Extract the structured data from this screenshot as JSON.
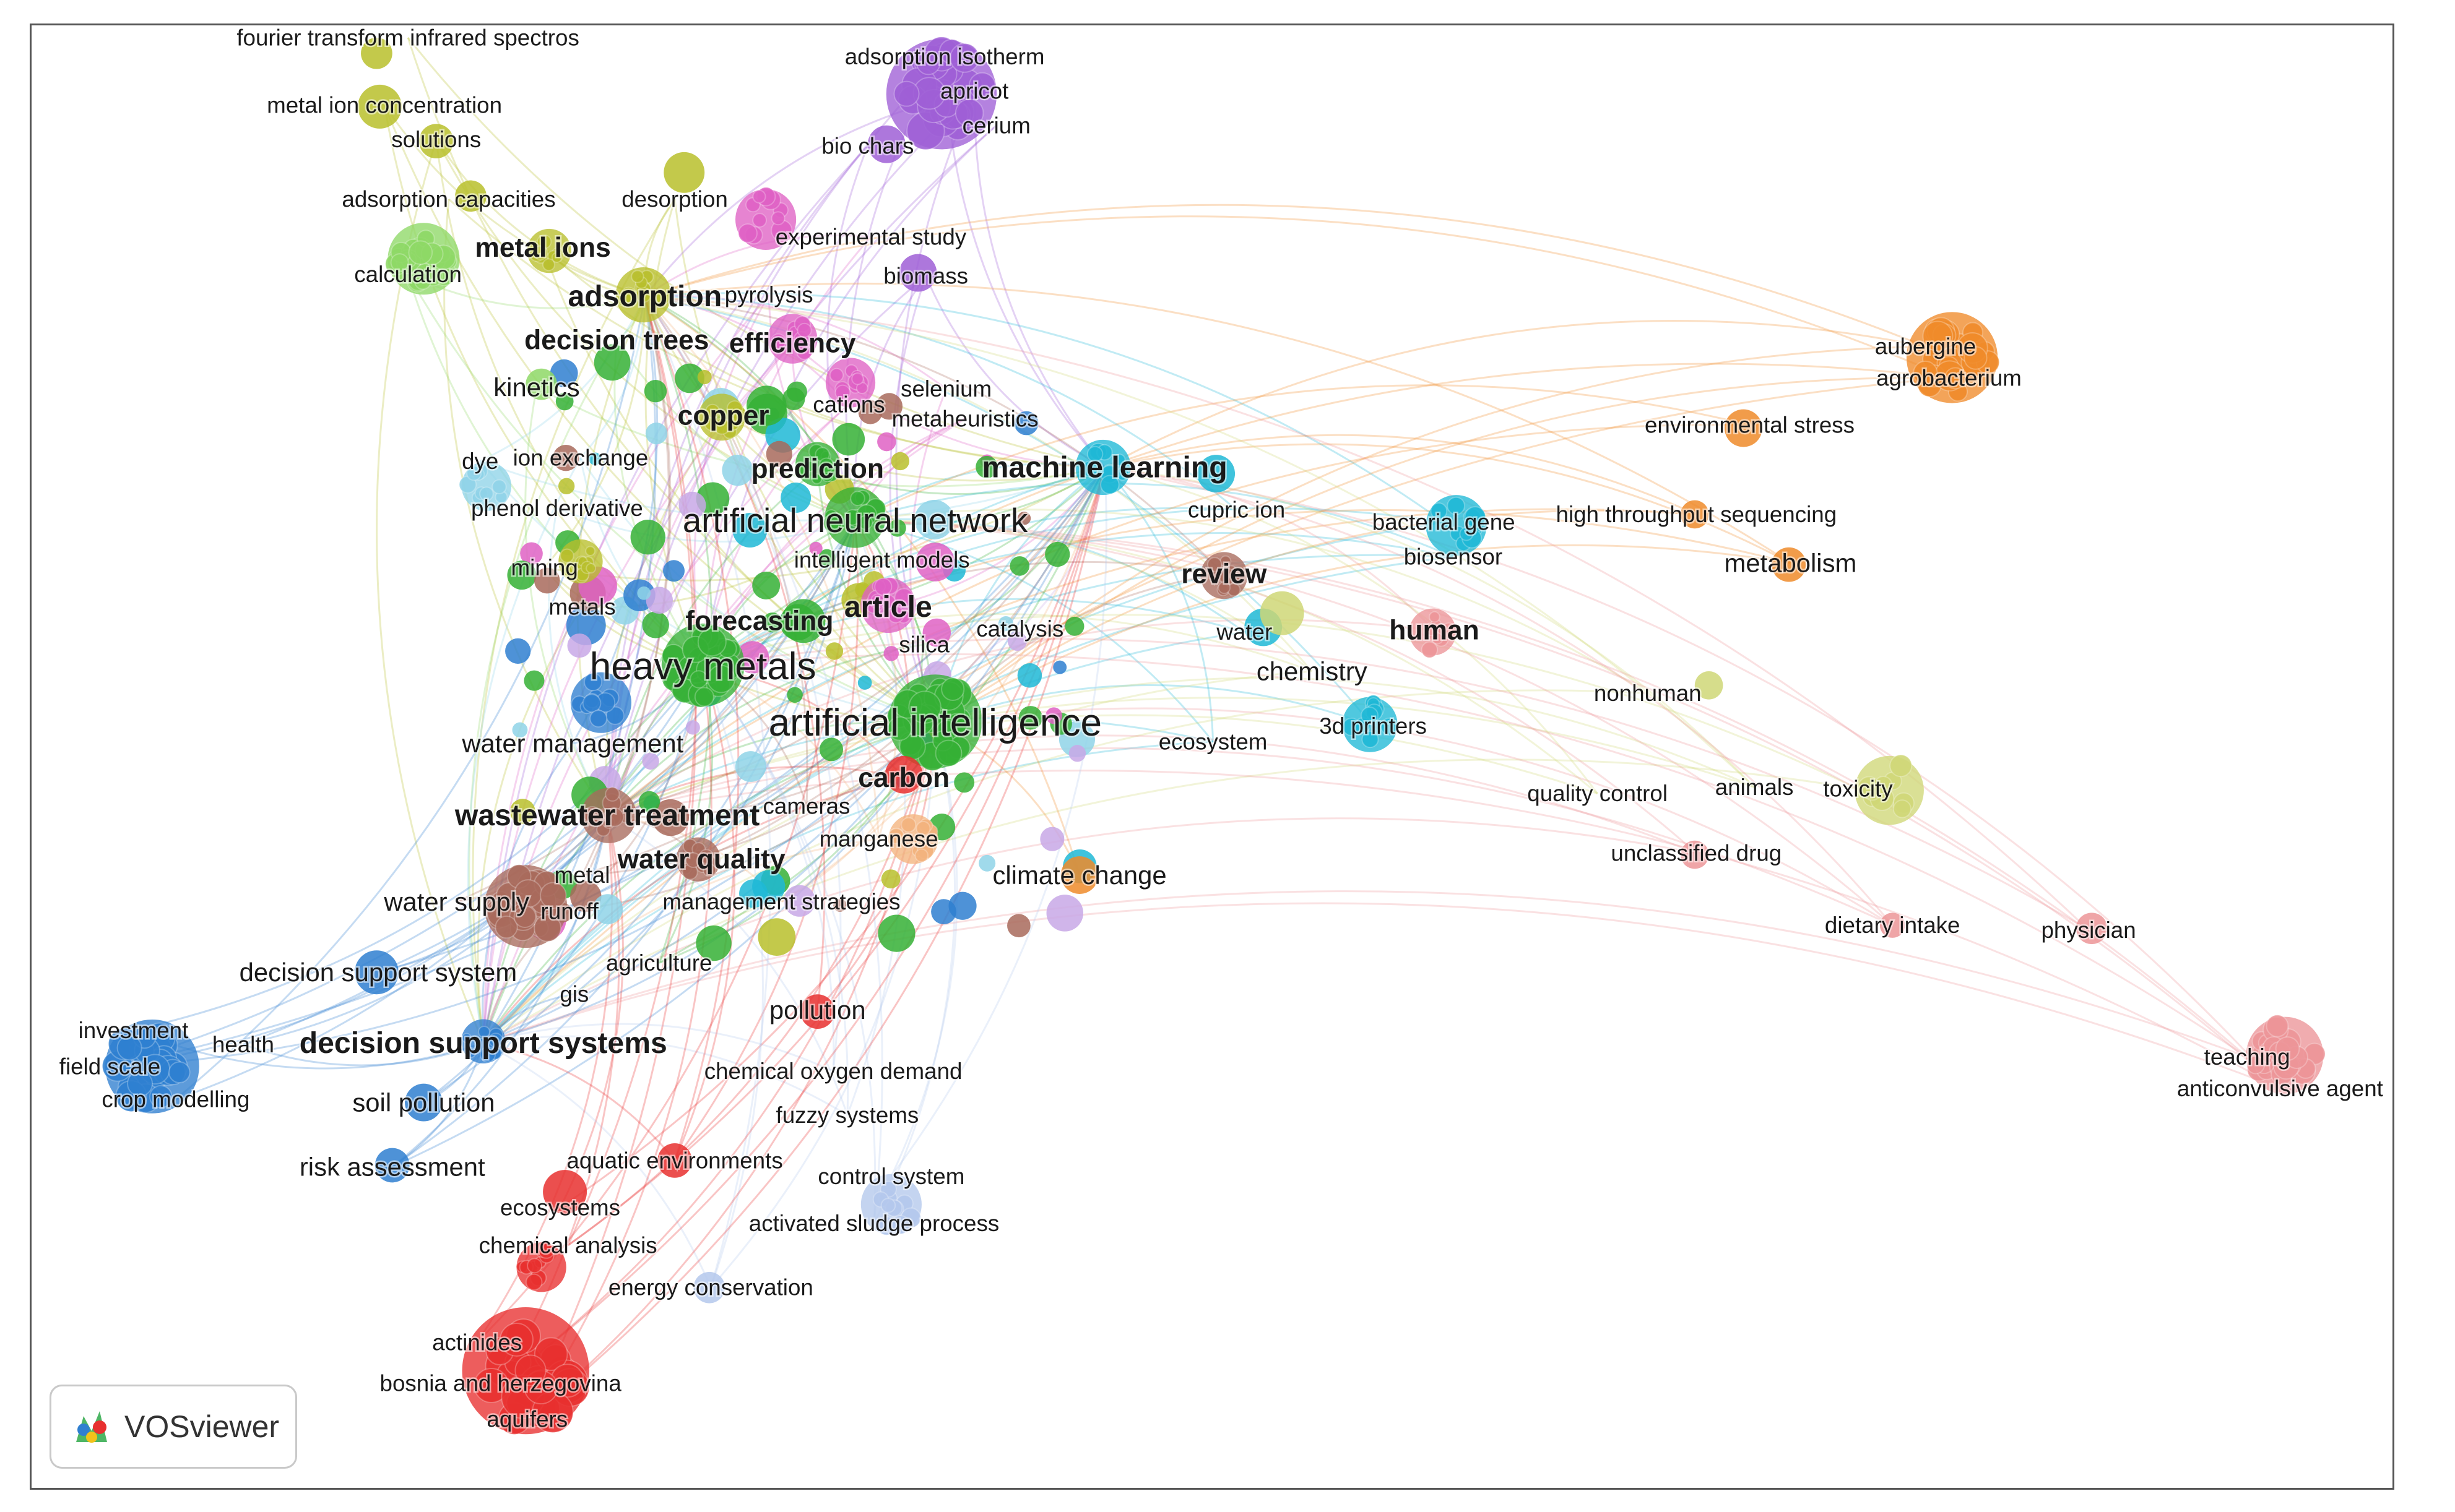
{
  "app": {
    "name": "VOSviewer"
  },
  "logo_icon": "vosviewer-logo-icon",
  "clusters": {
    "red": "#e8302f",
    "green": "#35b035",
    "blue": "#2f7fd0",
    "yellowgreen": "#b8bf2c",
    "purple": "#9f5fd6",
    "cyan": "#1fb8d6",
    "orange": "#ef8b2a",
    "brown": "#a86a5c",
    "pink": "#df61c4",
    "lightgreen": "#8ed866",
    "lightblue": "#8fd3e8",
    "lightpurple": "#c8a8e6",
    "lightorange": "#f3b37d",
    "salmon": "#ec9598",
    "khaki": "#cfd777",
    "paleblue": "#b4c8ec"
  },
  "nodes": [
    {
      "label": "fourier transform infrared spectros",
      "cluster": "yellowgreen",
      "weight": 1
    },
    {
      "label": "metal ion concentration",
      "cluster": "yellowgreen",
      "weight": 1
    },
    {
      "label": "solutions",
      "cluster": "yellowgreen",
      "weight": 1
    },
    {
      "label": "adsorption capacities",
      "cluster": "yellowgreen",
      "weight": 1
    },
    {
      "label": "metal ions",
      "cluster": "yellowgreen",
      "weight": 3
    },
    {
      "label": "desorption",
      "cluster": "yellowgreen",
      "weight": 1
    },
    {
      "label": "adsorption",
      "cluster": "yellowgreen",
      "weight": 4
    },
    {
      "label": "copper",
      "cluster": "yellowgreen",
      "weight": 3
    },
    {
      "label": "mining",
      "cluster": "yellowgreen",
      "weight": 1
    },
    {
      "label": "metals",
      "cluster": "yellowgreen",
      "weight": 1
    },
    {
      "label": "adsorption isotherm",
      "cluster": "purple",
      "weight": 1
    },
    {
      "label": "apricot",
      "cluster": "purple",
      "weight": 1
    },
    {
      "label": "cerium",
      "cluster": "purple",
      "weight": 1
    },
    {
      "label": "bio chars",
      "cluster": "purple",
      "weight": 1
    },
    {
      "label": "biomass",
      "cluster": "purple",
      "weight": 1
    },
    {
      "label": "experimental study",
      "cluster": "pink",
      "weight": 1
    },
    {
      "label": "pyrolysis",
      "cluster": "pink",
      "weight": 1
    },
    {
      "label": "efficiency",
      "cluster": "pink",
      "weight": 3
    },
    {
      "label": "selenium",
      "cluster": "pink",
      "weight": 1
    },
    {
      "label": "cations",
      "cluster": "pink",
      "weight": 1
    },
    {
      "label": "metaheuristics",
      "cluster": "pink",
      "weight": 1
    },
    {
      "label": "article",
      "cluster": "pink",
      "weight": 4
    },
    {
      "label": "calculation",
      "cluster": "lightgreen",
      "weight": 1
    },
    {
      "label": "decision trees",
      "cluster": "lightgreen",
      "weight": 3
    },
    {
      "label": "kinetics",
      "cluster": "lightgreen",
      "weight": 2
    },
    {
      "label": "dye",
      "cluster": "lightblue",
      "weight": 1
    },
    {
      "label": "ion exchange",
      "cluster": "lightblue",
      "weight": 1
    },
    {
      "label": "phenol derivative",
      "cluster": "lightblue",
      "weight": 1
    },
    {
      "label": "prediction",
      "cluster": "green",
      "weight": 3
    },
    {
      "label": "artificial neural network",
      "cluster": "green",
      "weight": 5
    },
    {
      "label": "intelligent models",
      "cluster": "green",
      "weight": 1
    },
    {
      "label": "forecasting",
      "cluster": "green",
      "weight": 3
    },
    {
      "label": "silica",
      "cluster": "green",
      "weight": 1
    },
    {
      "label": "heavy metals",
      "cluster": "green",
      "weight": 6
    },
    {
      "label": "artificial intelligence",
      "cluster": "green",
      "weight": 6
    },
    {
      "label": "machine learning",
      "cluster": "cyan",
      "weight": 4
    },
    {
      "label": "cupric ion",
      "cluster": "cyan",
      "weight": 1
    },
    {
      "label": "water",
      "cluster": "cyan",
      "weight": 1
    },
    {
      "label": "ecosystem",
      "cluster": "cyan",
      "weight": 1
    },
    {
      "label": "3d printers",
      "cluster": "cyan",
      "weight": 1
    },
    {
      "label": "bacterial gene",
      "cluster": "cyan",
      "weight": 1
    },
    {
      "label": "biosensor",
      "cluster": "cyan",
      "weight": 1
    },
    {
      "label": "catalysis",
      "cluster": "lightpurple",
      "weight": 1
    },
    {
      "label": "review",
      "cluster": "brown",
      "weight": 3
    },
    {
      "label": "chemistry",
      "cluster": "khaki",
      "weight": 2
    },
    {
      "label": "human",
      "cluster": "salmon",
      "weight": 3
    },
    {
      "label": "aubergine",
      "cluster": "orange",
      "weight": 1
    },
    {
      "label": "agrobacterium",
      "cluster": "orange",
      "weight": 1
    },
    {
      "label": "environmental stress",
      "cluster": "orange",
      "weight": 1
    },
    {
      "label": "high throughput sequencing",
      "cluster": "orange",
      "weight": 1
    },
    {
      "label": "metabolism",
      "cluster": "orange",
      "weight": 2
    },
    {
      "label": "nonhuman",
      "cluster": "khaki",
      "weight": 1
    },
    {
      "label": "quality control",
      "cluster": "khaki",
      "weight": 1
    },
    {
      "label": "animals",
      "cluster": "khaki",
      "weight": 1
    },
    {
      "label": "toxicity",
      "cluster": "khaki",
      "weight": 1
    },
    {
      "label": "unclassified drug",
      "cluster": "salmon",
      "weight": 1
    },
    {
      "label": "dietary intake",
      "cluster": "salmon",
      "weight": 1
    },
    {
      "label": "physician",
      "cluster": "salmon",
      "weight": 1
    },
    {
      "label": "teaching",
      "cluster": "salmon",
      "weight": 1
    },
    {
      "label": "anticonvulsive agent",
      "cluster": "salmon",
      "weight": 1
    },
    {
      "label": "climate change",
      "cluster": "orange",
      "weight": 2
    },
    {
      "label": "water management",
      "cluster": "blue",
      "weight": 2
    },
    {
      "label": "carbon",
      "cluster": "red",
      "weight": 3
    },
    {
      "label": "wastewater treatment",
      "cluster": "brown",
      "weight": 4
    },
    {
      "label": "cameras",
      "cluster": "brown",
      "weight": 1
    },
    {
      "label": "manganese",
      "cluster": "lightorange",
      "weight": 1
    },
    {
      "label": "water quality",
      "cluster": "brown",
      "weight": 3
    },
    {
      "label": "metal",
      "cluster": "brown",
      "weight": 1
    },
    {
      "label": "runoff",
      "cluster": "brown",
      "weight": 1
    },
    {
      "label": "water supply",
      "cluster": "brown",
      "weight": 2
    },
    {
      "label": "management strategies",
      "cluster": "lightorange",
      "weight": 1
    },
    {
      "label": "agriculture",
      "cluster": "green",
      "weight": 1
    },
    {
      "label": "gis",
      "cluster": "blue",
      "weight": 1
    },
    {
      "label": "decision support system",
      "cluster": "blue",
      "weight": 2
    },
    {
      "label": "decision support systems",
      "cluster": "blue",
      "weight": 4
    },
    {
      "label": "investment",
      "cluster": "blue",
      "weight": 1
    },
    {
      "label": "health",
      "cluster": "blue",
      "weight": 1
    },
    {
      "label": "field scale",
      "cluster": "blue",
      "weight": 1
    },
    {
      "label": "crop modelling",
      "cluster": "blue",
      "weight": 1
    },
    {
      "label": "soil pollution",
      "cluster": "blue",
      "weight": 2
    },
    {
      "label": "risk assessment",
      "cluster": "blue",
      "weight": 2
    },
    {
      "label": "pollution",
      "cluster": "red",
      "weight": 2
    },
    {
      "label": "chemical oxygen demand",
      "cluster": "paleblue",
      "weight": 1
    },
    {
      "label": "fuzzy systems",
      "cluster": "paleblue",
      "weight": 1
    },
    {
      "label": "control system",
      "cluster": "paleblue",
      "weight": 1
    },
    {
      "label": "activated sludge process",
      "cluster": "paleblue",
      "weight": 1
    },
    {
      "label": "aquatic environments",
      "cluster": "red",
      "weight": 1
    },
    {
      "label": "ecosystems",
      "cluster": "red",
      "weight": 1
    },
    {
      "label": "chemical analysis",
      "cluster": "red",
      "weight": 1
    },
    {
      "label": "energy conservation",
      "cluster": "paleblue",
      "weight": 1
    },
    {
      "label": "actinides",
      "cluster": "red",
      "weight": 1
    },
    {
      "label": "bosnia and herzegovina",
      "cluster": "red",
      "weight": 1
    },
    {
      "label": "aquifers",
      "cluster": "red",
      "weight": 1
    }
  ]
}
